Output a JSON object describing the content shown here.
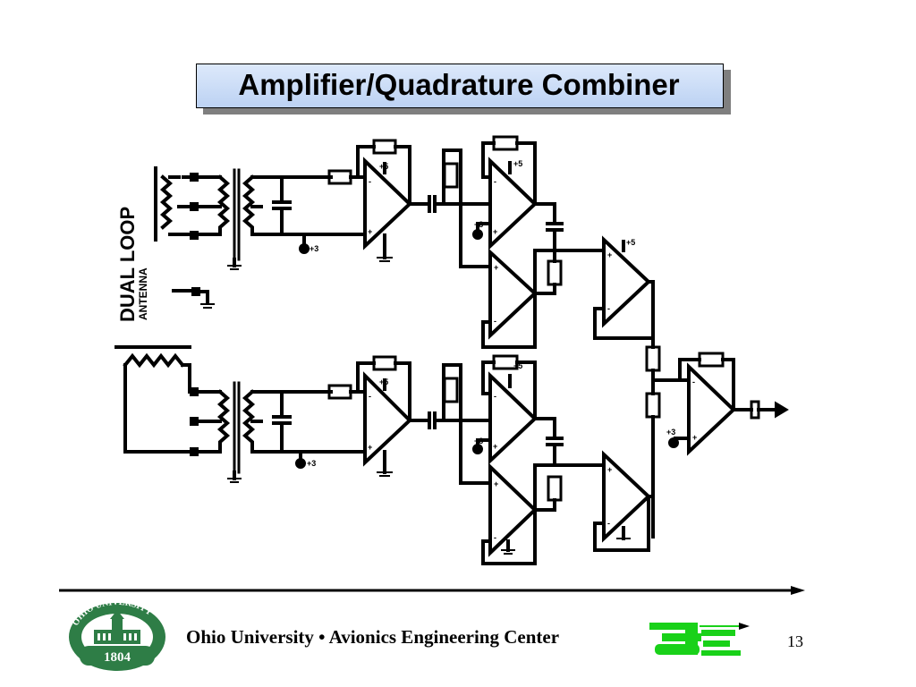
{
  "slide": {
    "title": "Amplifier/Quadrature Combiner",
    "page_number": "13"
  },
  "diagram": {
    "antenna_label": "DUAL LOOP",
    "antenna_sublabel": "ANTENNA",
    "supply_plus5": "+5",
    "supply_plus3": "+3",
    "opamp_minus": "-",
    "opamp_plus": "+"
  },
  "footer": {
    "center_text": "Ohio University • Avionics Engineering Center",
    "seal_top_text": "OHIO UNIVERSITY",
    "seal_year": "1804"
  },
  "colors": {
    "title_gradient_top": "#dde9fb",
    "title_gradient_bottom": "#bcd2f3",
    "seal_green": "#2e7d46",
    "aec_green": "#19d119"
  }
}
